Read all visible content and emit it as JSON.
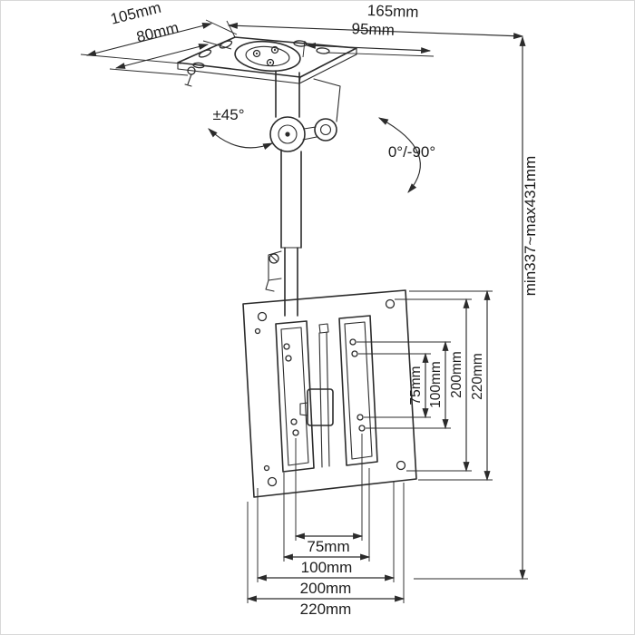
{
  "colors": {
    "line": "#2b2b2b",
    "background": "#ffffff",
    "frame": "#d8d8d8"
  },
  "labels": {
    "top": {
      "dim105": "105mm",
      "dim80": "80mm",
      "dim165": "165mm",
      "dim95": "95mm"
    },
    "angles": {
      "swivel": "±45°",
      "tilt": "0°/-90°"
    },
    "height_range": "min337~max431mm",
    "vesa_vertical": [
      "75mm",
      "100mm",
      "200mm",
      "220mm"
    ],
    "vesa_horizontal": [
      "75mm",
      "100mm",
      "200mm",
      "220mm"
    ]
  }
}
